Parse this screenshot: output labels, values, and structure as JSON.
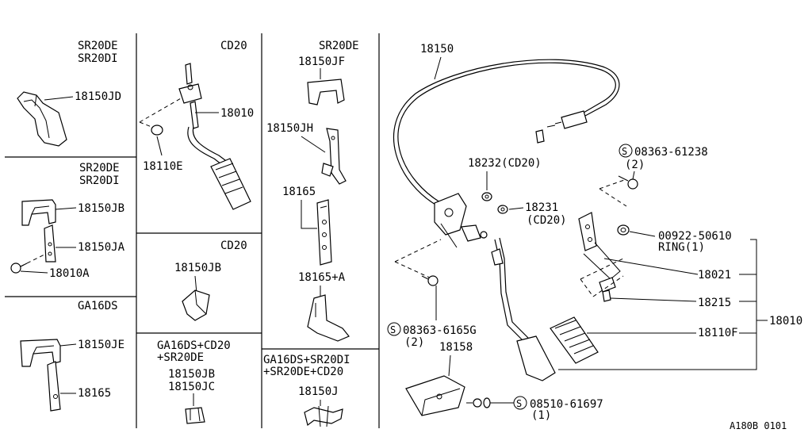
{
  "panels": {
    "p1": {
      "variants": [
        "SR20DE",
        "SR20DI"
      ],
      "parts": [
        "18150JD"
      ]
    },
    "p2": {
      "variants": [
        "SR20DE",
        "SR20DI"
      ],
      "parts": [
        "18150JB",
        "18150JA",
        "18010A"
      ]
    },
    "p3": {
      "variants": [
        "GA16DS"
      ],
      "parts": [
        "18150JE",
        "18165"
      ]
    },
    "p4": {
      "variants": [
        "CD20"
      ],
      "parts": [
        "18010",
        "18110E"
      ]
    },
    "p5": {
      "variants": [
        "CD20"
      ],
      "parts": [
        "18150JB"
      ]
    },
    "p6": {
      "variants": [
        "GA16DS+CD20",
        "+SR20DE"
      ],
      "parts": [
        "18150JB",
        "18150JC"
      ]
    },
    "p7": {
      "variants": [
        "SR20DE"
      ],
      "parts": [
        "18150JF",
        "18150JH",
        "18165",
        "18165+A"
      ]
    },
    "p8": {
      "variants": [
        "GA16DS+SR20DI",
        "+SR20DE+CD20"
      ],
      "parts": [
        "18150J"
      ]
    }
  },
  "main": {
    "cable": "18150",
    "washer1": "18232(CD20)",
    "washer2": "18231",
    "washer2_note": "(CD20)",
    "bolt_top": "08363-61238",
    "bolt_top_qty": "(2)",
    "ring_part": "00922-50610",
    "ring_label": "RING(1)",
    "bracket": "18021",
    "stopper": "18215",
    "pad": "18110F",
    "assembly": "18010",
    "bolt_bottom": "08363-6165G",
    "bolt_bottom_qty": "(2)",
    "cover": "18158",
    "screw": "08510-61697",
    "screw_qty": "(1)",
    "screw_symbol": "S"
  },
  "footer": {
    "code": "A180B 0101"
  }
}
